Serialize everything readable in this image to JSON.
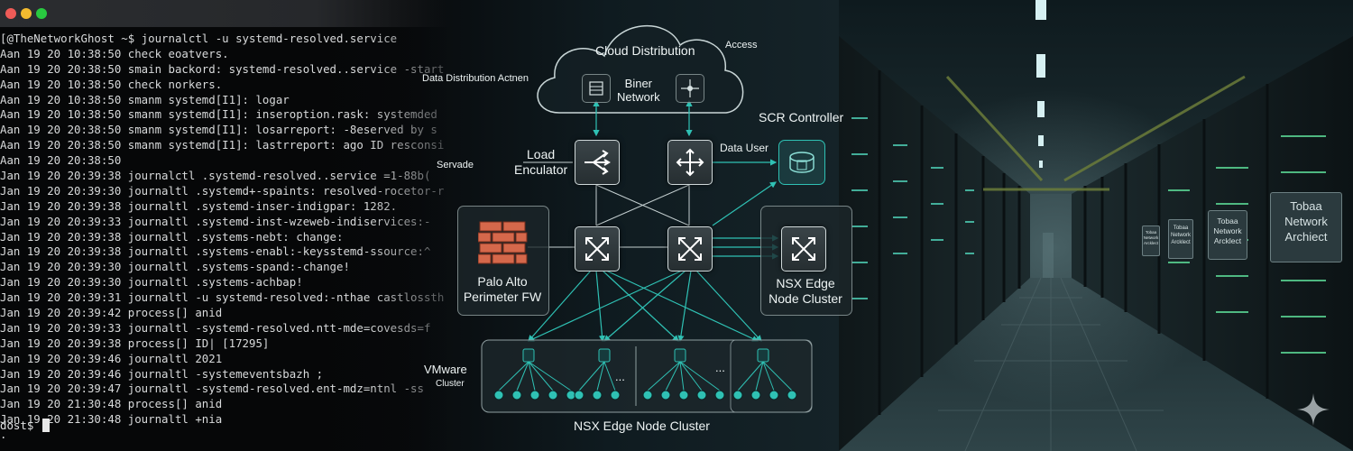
{
  "terminal": {
    "lines": [
      "[@TheNetworkGhost ~$ journalctl -u systemd-resolved.service",
      "Aan 19 20 10:38:50 check eoatvers.",
      "Aan 19 20 20:38:50 smain backord: systemd-resolved..service -start",
      "Aan 19 20 10:38:50 check norkers.",
      "Aan 19 20 10:38:50 smanm systemd[I1]: logar",
      "Aan 19 20 10:38:50 smanm systemd[I1]: inseroption.rask: systemded",
      "Aan 19 20 20:38:50 smanm systemd[I1]: losarreport: -8eserved by s",
      "Aan 19 20 20:38:50 smanm systemd[I1]: lastrreport: ago ID resconsi",
      "Aan 19 20 20:38:50",
      "Jan 19 20 20:39:38 journalctl .systemd-resolved..service =1-88b(",
      "Jan 19 20 20:39:30 journaltl .systemd+-spaints: resolved-rocetor-r",
      "Jan 19 20 20:39:38 journaltl .systemd-inser-indigpar: 1282.",
      "Jan 19 20 20:39:33 journaltl .systemd-inst-wzeweb-indiservices:-",
      "Jan 19 20 20:39:38 journaltl .systems-nebt: change:",
      "Jan 19 20 20:39:38 journaltl .systems-enabl:-keysstemd-ssource:^",
      "Jan 19 20 20:39:30 journaltl .systems-spand:-change!",
      "Jan 19 20 20:39:30 journaltl .systems-achbap!",
      "Jan 19 20 20:39:31 journaltl -u systemd-resolved:-nthae castlossth",
      "Jan 19 20 20:39:42 process[] anid",
      "Jan 19 20 20:39:33 journaltl -systemd-resolved.ntt-mde=covesds=f",
      "Jan 19 20 20:39:38 process[] ID| [17295]",
      "Jan 19 20 20:39:46 journaltl 2021",
      "Jan 19 20 20:39:46 journaltl -systemeventsbazh ;",
      "Jan 19 20 20:39:47 journaltl -systemd-resolved.ent-mdz=ntnl -ss",
      "Jan 19 20 21:30:48 process[] anid",
      "Jan 19 20 21:30:48 journaltl +nia",
      "."
    ],
    "prompt": "dost$ "
  },
  "diagram": {
    "cloud_title": "Cloud Distribution",
    "access": "Access",
    "data_distribution": "Data Distribution Actnen",
    "biner_network": "Biner\nNetwork",
    "scr_controller": "SCR Controller",
    "load_enculator": "Load\nEnculator",
    "data_user": "Data User",
    "servade": "Servade",
    "palo_alto": "Palo Alto\nPerimeter FW",
    "nsx_edge_right": "NSX Edge\nNode Cluster",
    "vmware": "VMware",
    "cluster": "Cluster",
    "ellipsis": "...",
    "nsx_edge_bottom": "NSX Edge Node Cluster",
    "accent": "#2fc1b4"
  },
  "datacenter": {
    "sign_large": "Tobaa\nNetwork\nArchiect",
    "sign_medium": "Tobaa\nNetwork\nArcklect",
    "sign_small": "Tobaa\nNetwork\nArcklect",
    "sign_tiny": "Tobaa\nNetwork\nArcklect"
  }
}
